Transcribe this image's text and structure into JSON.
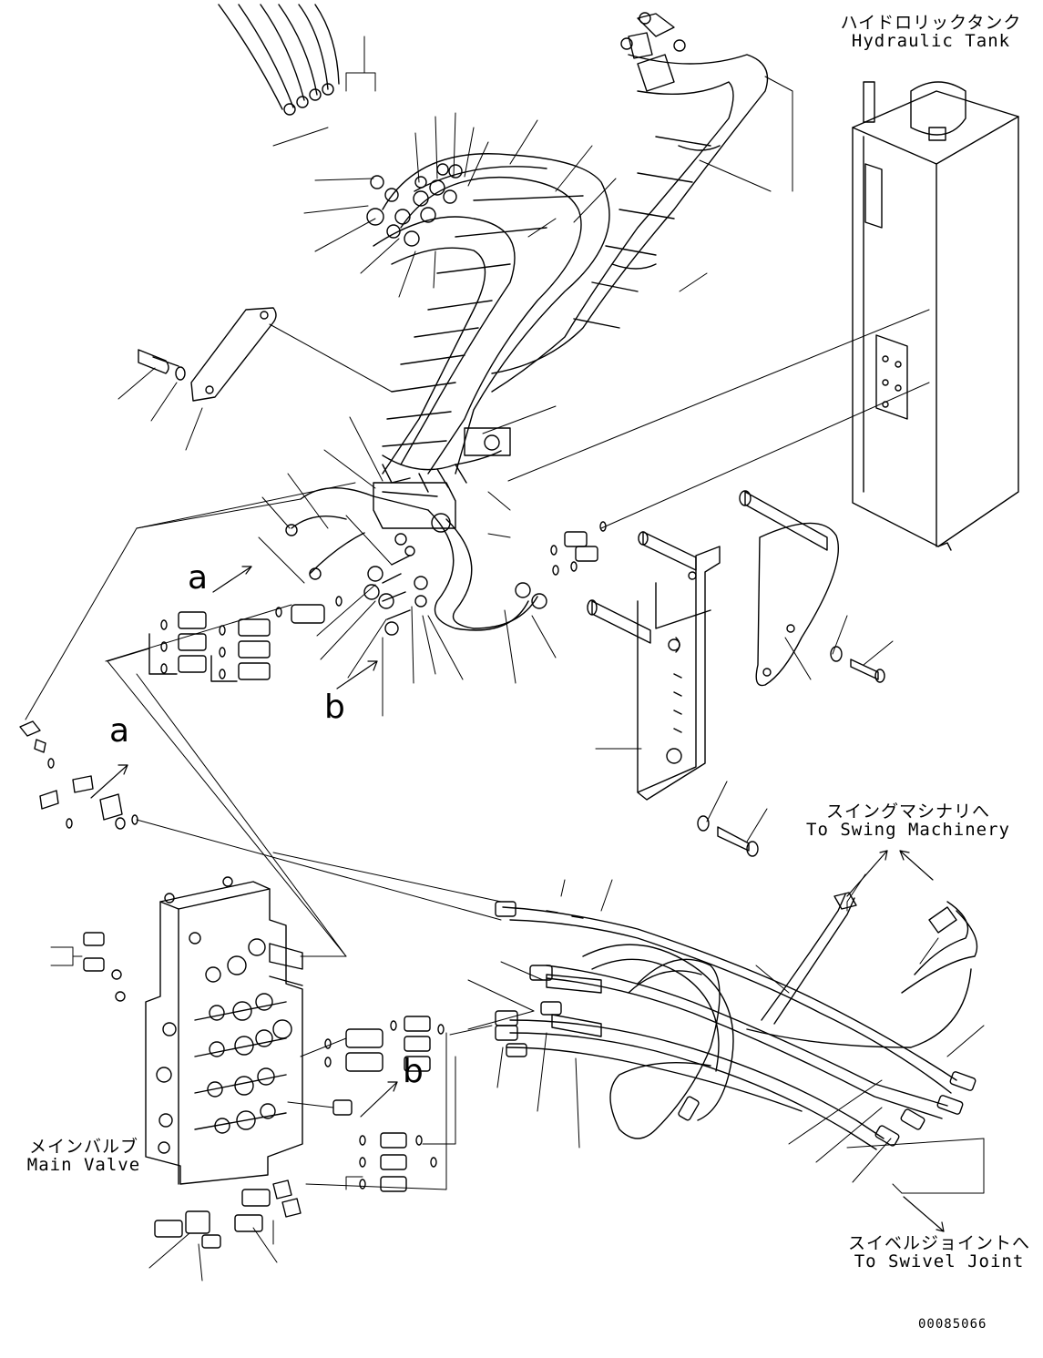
{
  "callouts": {
    "hydraulic_tank": {
      "jp": "ハイドロリックタンク",
      "en": "Hydraulic Tank"
    },
    "swing_machinery": {
      "jp": "スイングマシナリへ",
      "en": "To Swing Machinery"
    },
    "swivel_joint": {
      "jp": "スイベルジョイントへ",
      "en": "To Swivel Joint"
    },
    "main_valve": {
      "jp": "メインバルブ",
      "en": "Main Valve"
    }
  },
  "view_markers": {
    "a_upper": "a",
    "a_lower": "a",
    "b_upper": "b",
    "b_lower": "b"
  },
  "drawing_number": "00085066",
  "colors": {
    "line": "#000000",
    "background": "#ffffff"
  }
}
